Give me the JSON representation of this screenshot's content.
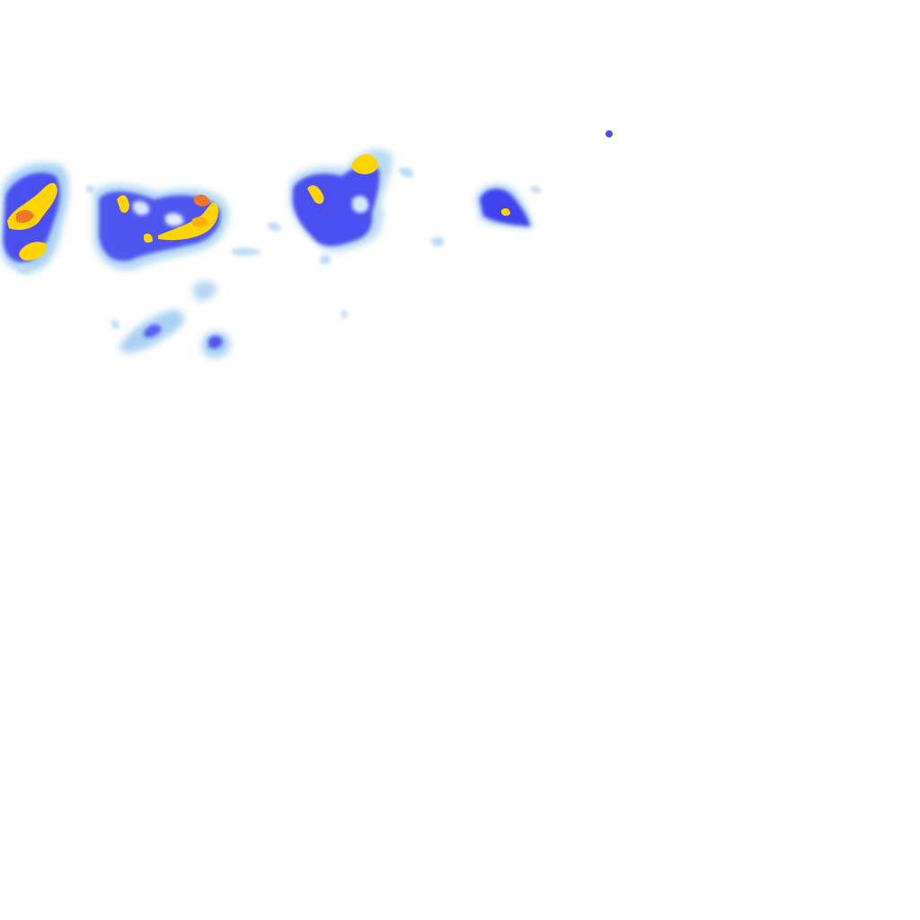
{
  "map": {
    "kind": "precipitation-radar-tile",
    "background": "#ffffff",
    "palette": {
      "very_light": "#cfe6fa",
      "light": "#8fc3f0",
      "medium_light": "#7b8cf2",
      "medium": "#4a4ff0",
      "heavy": "#2f2fe0",
      "very_heavy": "#ffd400",
      "intense": "#ffb000",
      "extreme": "#f05a1e"
    },
    "echo_regions": [
      {
        "name": "far-west-cell",
        "peak_intensity": "extreme"
      },
      {
        "name": "west-central-cluster",
        "peak_intensity": "intense"
      },
      {
        "name": "central-cluster",
        "peak_intensity": "very_heavy"
      },
      {
        "name": "east-cell",
        "peak_intensity": "very_heavy"
      },
      {
        "name": "southwest-band",
        "peak_intensity": "heavy"
      },
      {
        "name": "south-cell",
        "peak_intensity": "heavy"
      }
    ]
  }
}
